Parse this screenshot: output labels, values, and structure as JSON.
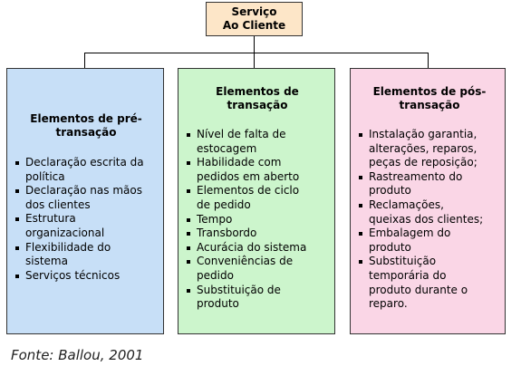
{
  "diagram": {
    "top": {
      "line1": "Serviço",
      "line2": "Ao Cliente"
    },
    "columns": [
      {
        "title_line1": "Elementos de pré-",
        "title_line2": "transação",
        "items": [
          [
            "Declaração escrita da",
            "política"
          ],
          [
            "Declaração nas mãos",
            "dos clientes"
          ],
          [
            "Estrutura",
            "organizacional"
          ],
          [
            "Flexibilidade do",
            "sistema"
          ],
          [
            "Serviços técnicos"
          ]
        ]
      },
      {
        "title_line1": "Elementos de",
        "title_line2": "transação",
        "items": [
          [
            "Nível de falta de",
            "estocagem"
          ],
          [
            "Habilidade com",
            "pedidos em aberto"
          ],
          [
            "Elementos de ciclo",
            "de pedido"
          ],
          [
            "Tempo"
          ],
          [
            "Transbordo"
          ],
          [
            "Acurácia do sistema"
          ],
          [
            "Conveniências de",
            "pedido"
          ],
          [
            "Substituição de",
            "produto"
          ]
        ]
      },
      {
        "title_line1": "Elementos de pós-",
        "title_line2": "transação",
        "items": [
          [
            "Instalação garantia,",
            "alterações, reparos,",
            "peças de reposição;"
          ],
          [
            "Rastreamento do",
            "produto"
          ],
          [
            "Reclamações,",
            "queixas dos clientes;"
          ],
          [
            "Embalagem do",
            "produto"
          ],
          [
            "Substituição",
            "temporária do",
            "produto durante o",
            "reparo."
          ]
        ]
      }
    ],
    "colors": {
      "top": "#fde6c8",
      "pre": "#c7dff7",
      "trans": "#ccf5cc",
      "post": "#fad6e6"
    }
  },
  "source": "Fonte: Ballou, 2001"
}
